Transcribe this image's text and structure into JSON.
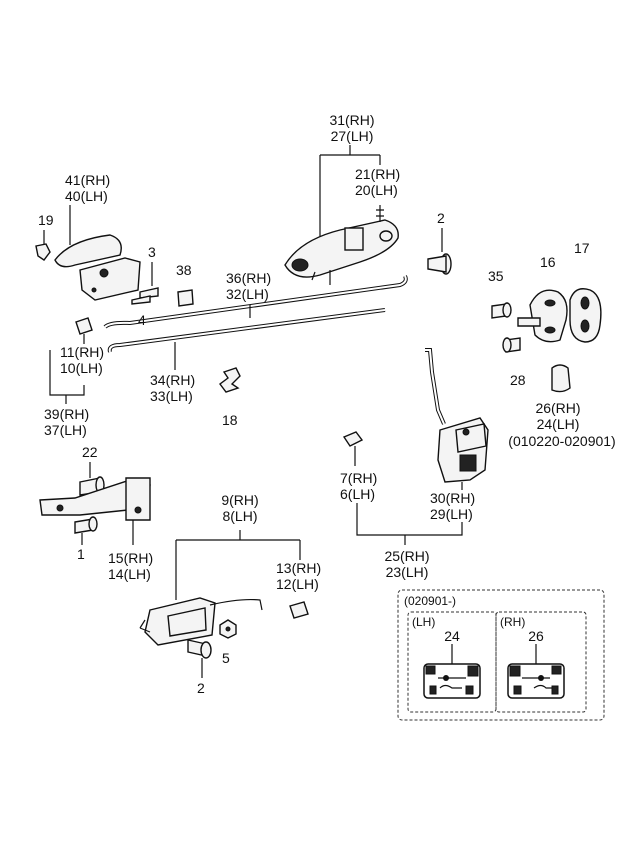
{
  "labels": {
    "p31_27": [
      "31(RH)",
      "27(LH)"
    ],
    "p21_20": [
      "21(RH)",
      "20(LH)"
    ],
    "p41_40": [
      "41(RH)",
      "40(LH)"
    ],
    "p19": "19",
    "p3": "3",
    "p4": "4",
    "p38": "38",
    "p36_32": [
      "36(RH)",
      "32(LH)"
    ],
    "p2_top": "2",
    "p35": "35",
    "p16": "16",
    "p17": "17",
    "p28": "28",
    "p26_24_top": [
      "26(RH)",
      "24(LH)"
    ],
    "date_range": "(010220-020901)",
    "p11_10": [
      "11(RH)",
      "10(LH)"
    ],
    "p34_33": [
      "34(RH)",
      "33(LH)"
    ],
    "p18": "18",
    "p39_37": [
      "39(RH)",
      "37(LH)"
    ],
    "p7_6": [
      "7(RH)",
      "6(LH)"
    ],
    "p30_29": [
      "30(RH)",
      "29(LH)"
    ],
    "p25_23": [
      "25(RH)",
      "23(LH)"
    ],
    "p22": "22",
    "p1": "1",
    "p15_14": [
      "15(RH)",
      "14(LH)"
    ],
    "p9_8": [
      "9(RH)",
      "8(LH)"
    ],
    "p13_12": [
      "13(RH)",
      "12(LH)"
    ],
    "p5": "5",
    "p2_bottom": "2"
  },
  "inset": {
    "title": "(020901-)",
    "left_header": "(LH)",
    "right_header": "(RH)",
    "left_part": "24",
    "right_part": "26"
  }
}
